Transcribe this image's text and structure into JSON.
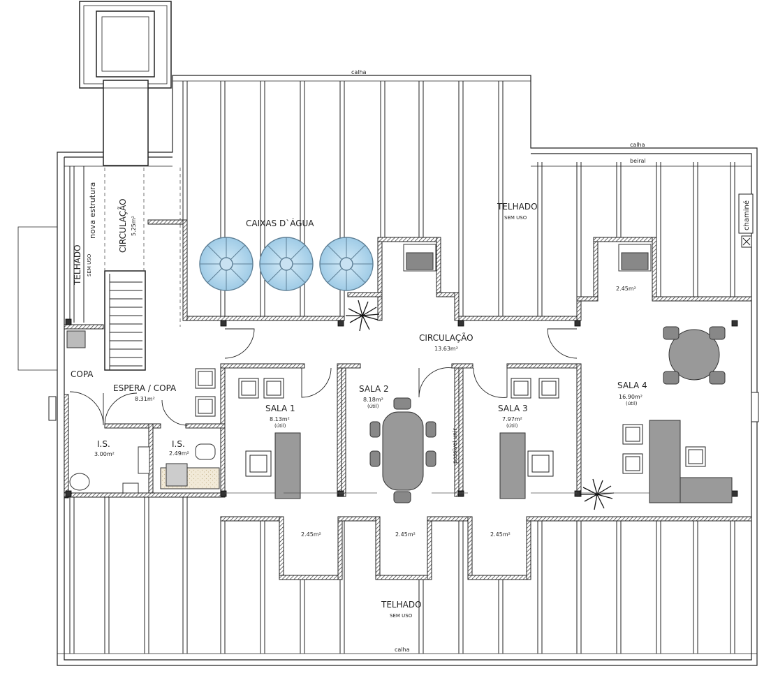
{
  "top_calha": "calha",
  "right_calha": "calha",
  "beiral": "beiral",
  "bottom_calha": "calha",
  "chimney": "chaminé",
  "stair_annex": "nova estrutura",
  "left_roof": {
    "title": "TELHADO",
    "note": "SEM USO"
  },
  "top_roof": {
    "title": "TELHADO",
    "note": "SEM USO"
  },
  "bottom_roof": {
    "title": "TELHADO",
    "note": "SEM USO"
  },
  "stair_circulation": {
    "name": "CIRCULAÇÃO",
    "area": "5.25m²"
  },
  "water_tanks": "CAIXAS D`ÁGUA",
  "circulation": {
    "name": "CIRCULAÇÃO",
    "area": "13.63m²"
  },
  "copa": "COPA",
  "espera": {
    "name": "ESPERA / COPA",
    "area": "8.31m²"
  },
  "is1": {
    "name": "I.S.",
    "area": "3.00m²"
  },
  "is2": {
    "name": "I.S.",
    "area": "2.49m²"
  },
  "sala1": {
    "name": "SALA 1",
    "area": "8.13m²",
    "note": "(útil)"
  },
  "sala2": {
    "name": "SALA 2",
    "area": "8.18m²",
    "note": "(útil)"
  },
  "sala3": {
    "name": "SALA 3",
    "area": "7.97m²",
    "note": "(útil)"
  },
  "sala4": {
    "name": "SALA 4",
    "area": "16.90m²",
    "note": "(útil)"
  },
  "possivel_unir": "possível unir",
  "dormer_top_right": "2.45m²",
  "dormer_b1": "2.45m²",
  "dormer_b2": "2.45m²",
  "dormer_b3": "2.45m²"
}
